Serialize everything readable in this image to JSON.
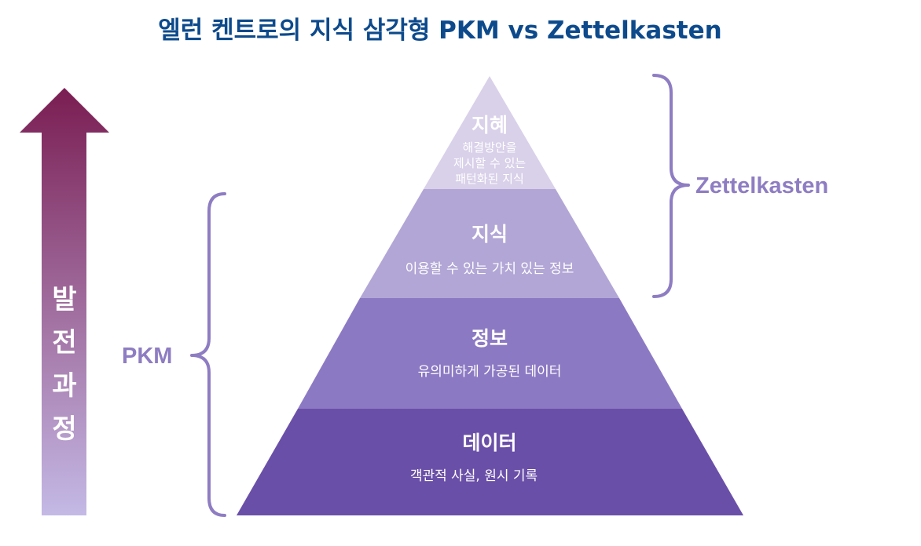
{
  "title": "엘런 켄트로의 지식 삼각형 PKM vs Zettelkasten",
  "colors": {
    "title": "#0d4a8c",
    "bracket": "#8e7dc2",
    "level_text": "#ffffff",
    "level_desc_top": "#ffffff"
  },
  "pyramid": {
    "levels": [
      {
        "title": "지혜",
        "desc_lines": [
          "해결방안을",
          "제시할 수 있는",
          "패턴화된 지식"
        ],
        "color": "#d9d0e9"
      },
      {
        "title": "지식",
        "desc_lines": [
          "이용할 수 있는 가치 있는 정보"
        ],
        "color": "#b2a6d6"
      },
      {
        "title": "정보",
        "desc_lines": [
          "유의미하게 가공된 데이터"
        ],
        "color": "#8c79c3"
      },
      {
        "title": "데이터",
        "desc_lines": [
          "객관적 사실, 원시 기록"
        ],
        "color": "#6a4fa8"
      }
    ]
  },
  "brackets": {
    "zettelkasten": {
      "label": "Zettelkasten"
    },
    "pkm": {
      "label": "PKM"
    }
  },
  "arrow": {
    "label_chars": [
      "발",
      "전",
      "과",
      "정"
    ],
    "color_top": "#7a1d52",
    "color_bottom": "#c4b9e6"
  }
}
